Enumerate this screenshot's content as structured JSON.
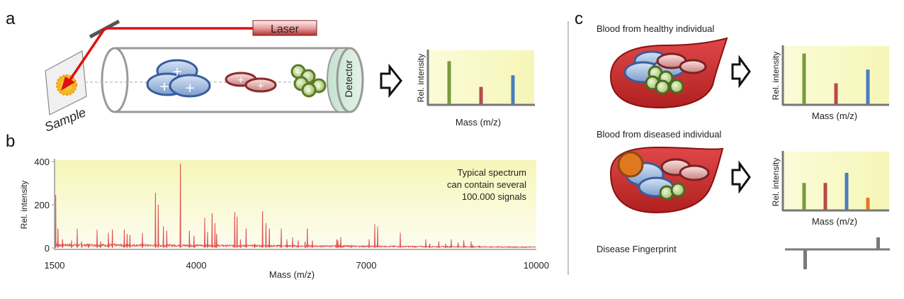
{
  "panels": {
    "a": {
      "letter": "a",
      "laser_label": "Laser",
      "sample_label": "Sample",
      "detector_label": "Detector",
      "mini_chart": {
        "ylabel": "Rel. intensity",
        "xlabel": "Mass (m/z)",
        "bars": [
          {
            "value": 0.82,
            "color": "#7a9a3a"
          },
          {
            "value": 0.33,
            "color": "#b84a4a"
          },
          {
            "value": 0.55,
            "color": "#4a7cc0"
          }
        ]
      }
    },
    "b": {
      "letter": "b",
      "annotation": [
        "Typical spectrum",
        "can contain several",
        "100.000 signals"
      ],
      "spectrum_color": "#e05050"
    },
    "c": {
      "letter": "c",
      "healthy": {
        "title": "Blood from healthy individual",
        "mini_chart": {
          "ylabel": "Rel. intensity",
          "xlabel": "Mass (m/z)",
          "bars": [
            {
              "value": 0.85,
              "color": "#7a9a3a"
            },
            {
              "value": 0.35,
              "color": "#b84a4a"
            },
            {
              "value": 0.58,
              "color": "#4a7cc0"
            }
          ]
        }
      },
      "diseased": {
        "title": "Blood from diseased individual",
        "mini_chart": {
          "ylabel": "Rel. intensity",
          "xlabel": "Mass (m/z)",
          "bars": [
            {
              "value": 0.45,
              "color": "#7a9a3a"
            },
            {
              "value": 0.45,
              "color": "#b84a4a"
            },
            {
              "value": 0.62,
              "color": "#4a7cc0"
            },
            {
              "value": 0.2,
              "color": "#e07820"
            }
          ]
        }
      },
      "fingerprint_label": "Disease Fingerprint",
      "fingerprint_color": "#7a7a7a"
    }
  },
  "chart_data": {
    "type": "line",
    "ylabel": "Rel. intensity",
    "xlabel": "Mass (m/z)",
    "xlim": [
      1500,
      10000
    ],
    "ylim": [
      0,
      400
    ],
    "x_ticks": [
      "1500",
      "4000",
      "7000",
      "10000"
    ],
    "x_tick_values": [
      1500,
      4000,
      7000,
      10000
    ],
    "y_ticks": [
      "0",
      "200",
      "400"
    ],
    "y_tick_values": [
      0,
      200,
      400
    ],
    "peaks": [
      {
        "x": 1520,
        "y": 245
      },
      {
        "x": 1560,
        "y": 90
      },
      {
        "x": 1640,
        "y": 40
      },
      {
        "x": 1800,
        "y": 35
      },
      {
        "x": 1900,
        "y": 90
      },
      {
        "x": 1980,
        "y": 30
      },
      {
        "x": 2100,
        "y": 20
      },
      {
        "x": 2250,
        "y": 85
      },
      {
        "x": 2310,
        "y": 30
      },
      {
        "x": 2450,
        "y": 70
      },
      {
        "x": 2520,
        "y": 85
      },
      {
        "x": 2730,
        "y": 85
      },
      {
        "x": 2780,
        "y": 65
      },
      {
        "x": 2830,
        "y": 60
      },
      {
        "x": 3050,
        "y": 70
      },
      {
        "x": 3280,
        "y": 255
      },
      {
        "x": 3330,
        "y": 200
      },
      {
        "x": 3420,
        "y": 100
      },
      {
        "x": 3480,
        "y": 80
      },
      {
        "x": 3720,
        "y": 390
      },
      {
        "x": 3880,
        "y": 80
      },
      {
        "x": 3960,
        "y": 55
      },
      {
        "x": 4150,
        "y": 140
      },
      {
        "x": 4200,
        "y": 75
      },
      {
        "x": 4280,
        "y": 160
      },
      {
        "x": 4330,
        "y": 115
      },
      {
        "x": 4360,
        "y": 65
      },
      {
        "x": 4680,
        "y": 165
      },
      {
        "x": 4720,
        "y": 145
      },
      {
        "x": 4780,
        "y": 40
      },
      {
        "x": 4880,
        "y": 90
      },
      {
        "x": 5030,
        "y": 20
      },
      {
        "x": 5170,
        "y": 170
      },
      {
        "x": 5230,
        "y": 115
      },
      {
        "x": 5290,
        "y": 90
      },
      {
        "x": 5500,
        "y": 90
      },
      {
        "x": 5600,
        "y": 40
      },
      {
        "x": 5700,
        "y": 50
      },
      {
        "x": 5800,
        "y": 35
      },
      {
        "x": 5920,
        "y": 30
      },
      {
        "x": 5960,
        "y": 90
      },
      {
        "x": 6050,
        "y": 35
      },
      {
        "x": 6480,
        "y": 40
      },
      {
        "x": 6500,
        "y": 35
      },
      {
        "x": 6550,
        "y": 50
      },
      {
        "x": 6740,
        "y": 15
      },
      {
        "x": 7050,
        "y": 40
      },
      {
        "x": 7150,
        "y": 110
      },
      {
        "x": 7200,
        "y": 100
      },
      {
        "x": 7600,
        "y": 70
      },
      {
        "x": 8050,
        "y": 40
      },
      {
        "x": 8120,
        "y": 20
      },
      {
        "x": 8280,
        "y": 30
      },
      {
        "x": 8400,
        "y": 20
      },
      {
        "x": 8500,
        "y": 40
      },
      {
        "x": 8620,
        "y": 25
      },
      {
        "x": 8720,
        "y": 35
      },
      {
        "x": 8850,
        "y": 30
      },
      {
        "x": 8880,
        "y": 15
      },
      {
        "x": 9000,
        "y": 10
      },
      {
        "x": 9200,
        "y": 8
      },
      {
        "x": 9400,
        "y": 6
      },
      {
        "x": 9600,
        "y": 5
      },
      {
        "x": 9800,
        "y": 4
      }
    ]
  }
}
